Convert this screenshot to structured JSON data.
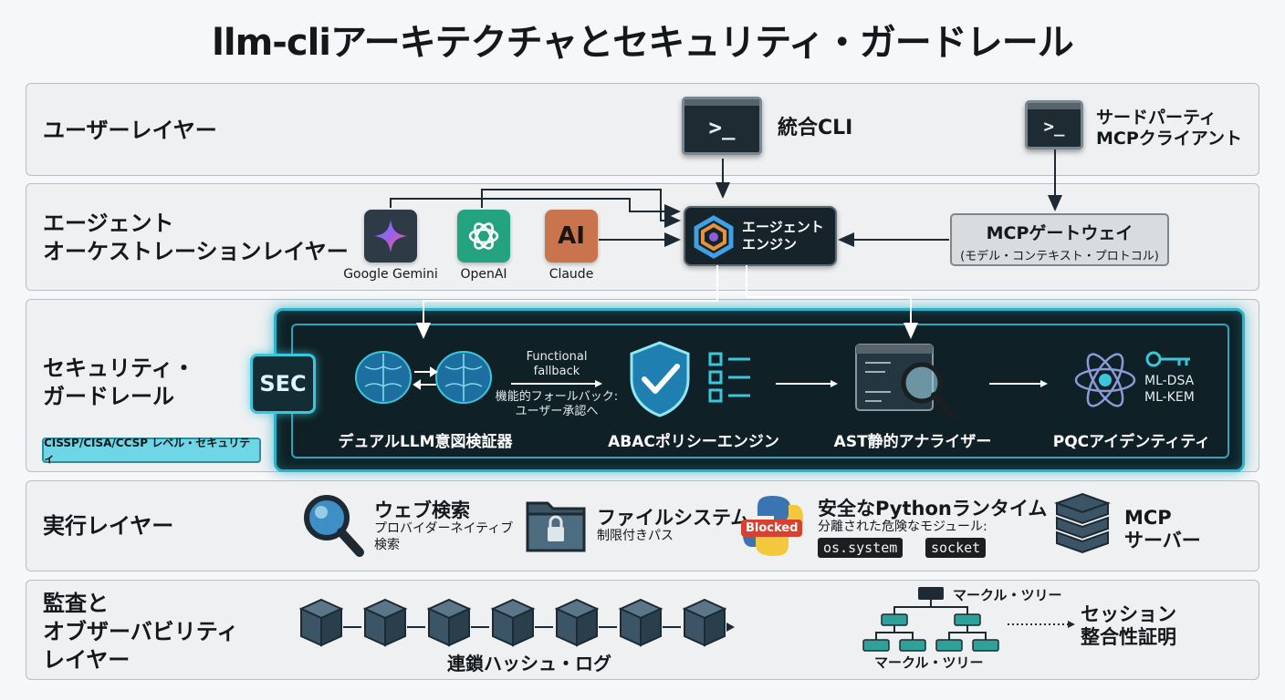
{
  "title": "llm-cliアーキテクチャとセキュリティ・ガードレール",
  "layers": {
    "user": {
      "label": "ユーザーレイヤー",
      "cli_label": "統合CLI",
      "mcp_client_line1": "サードパーティ",
      "mcp_client_line2": "MCPクライアント",
      "prompt": ">_"
    },
    "agent": {
      "label_line1": "エージェント",
      "label_line2": "オーケストレーションレイヤー",
      "providers": [
        {
          "name": "Google Gemini",
          "icon": "gemini-icon",
          "color": "#2f3a47"
        },
        {
          "name": "OpenAI",
          "icon": "openai-icon",
          "color": "#23a37f"
        },
        {
          "name": "Claude",
          "icon": "anthropic-icon",
          "color": "#c9744d"
        }
      ],
      "claude_glyph": "AI",
      "engine_line1": "エージェント",
      "engine_line2": "エンジン",
      "gateway_title": "MCPゲートウェイ",
      "gateway_sub": "(モデル・コンテキスト・プロトコル)"
    },
    "security": {
      "label_line1": "セキュリティ・",
      "label_line2": "ガードレール",
      "badge": "SEC",
      "certs": "CISSP/CISA/CCSP レベル・セキュリティ",
      "fallback_en_1": "Functional",
      "fallback_en_2": "fallback",
      "fallback_jp_1": "機能的フォールバック:",
      "fallback_jp_2": "ユーザー承認へ",
      "components": {
        "dual_llm": "デュアルLLM意図検証器",
        "abac": "ABACポリシーエンジン",
        "ast": "AST静的アナライザー",
        "pqc": "PQCアイデンティティ"
      },
      "pqc_algos": [
        "ML-DSA",
        "ML-KEM"
      ]
    },
    "execution": {
      "label": "実行レイヤー",
      "web_title": "ウェブ検索",
      "web_sub1": "プロバイダーネイティブ",
      "web_sub2": "検索",
      "fs_title": "ファイルシステム",
      "fs_sub": "制限付きパス",
      "py_title": "安全なPythonランタイム",
      "py_sub": "分離された危険なモジュール:",
      "py_blocked": "Blocked",
      "py_modules": [
        "os.system",
        "socket"
      ],
      "mcp_title1": "MCP",
      "mcp_title2": "サーバー"
    },
    "audit": {
      "label_line1": "監査と",
      "label_line2": "オブザーバビリティ",
      "label_line3": "レイヤー",
      "chain_label": "連鎖ハッシュ・ログ",
      "merkle_top": "マークル・ツリー",
      "merkle_bottom": "マークル・ツリー",
      "session_line1": "セッション",
      "session_line2": "整合性証明"
    }
  },
  "colors": {
    "security_accent": "#2ab3c9",
    "security_bg": "#0f2026",
    "layer_bg": "#eef0f2"
  }
}
